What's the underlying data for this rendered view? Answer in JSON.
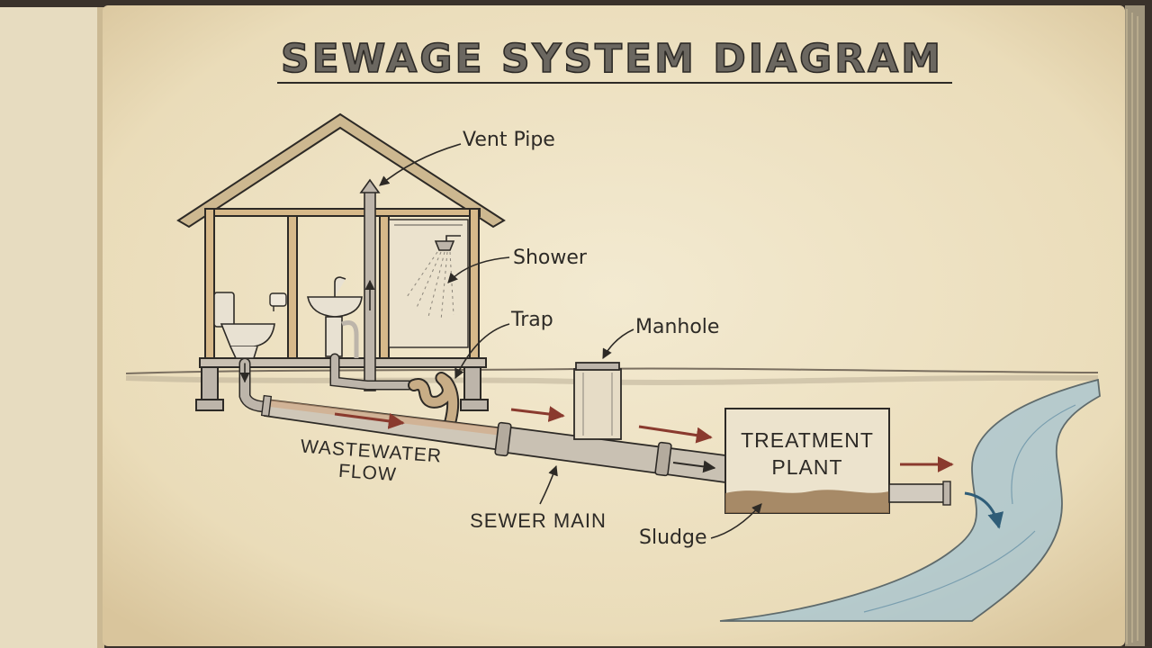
{
  "title": "SEWAGE SYSTEM DIAGRAM",
  "labels": {
    "vent_pipe": "Vent Pipe",
    "shower": "Shower",
    "trap": "Trap",
    "manhole": "Manhole",
    "wastewater_line1": "WASTEWATER",
    "wastewater_line2": "FLOW",
    "sewer_main": "SEWER MAIN",
    "treatment_line1": "TREATMENT",
    "treatment_line2": "PLANT",
    "sludge": "Sludge"
  },
  "colors": {
    "paper": "#efe4c8",
    "ink": "#2d2a26",
    "wood": "#d7b98a",
    "pipe": "#bdb5aa",
    "flow_arrow": "#8a3a2e",
    "river": "#a9c6d1",
    "sludge": "#9b7a55"
  }
}
